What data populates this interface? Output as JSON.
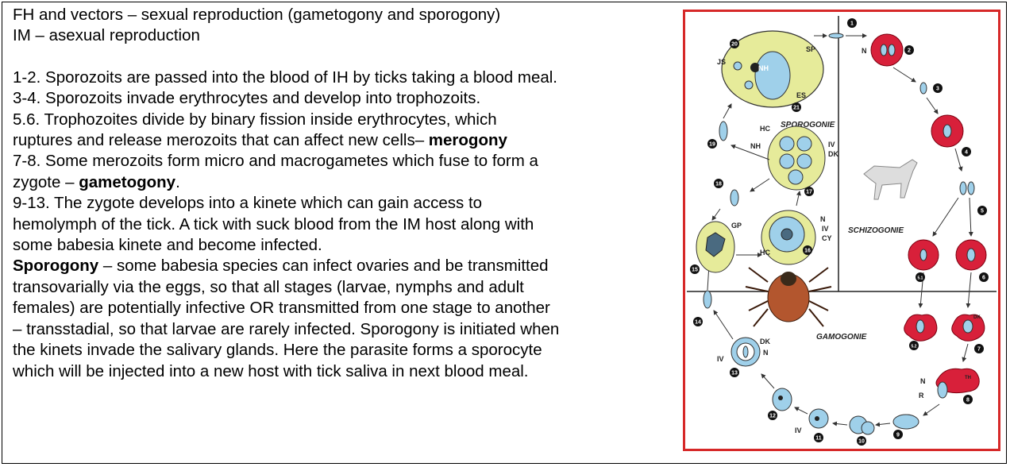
{
  "text": {
    "line1": "FH and vectors – sexual reproduction (gametogony and sporogony)",
    "line2": "IM – asexual reproduction",
    "p1": "1-2. Sporozoits are passed into the blood of IH by ticks taking a blood meal.",
    "p2": "3-4. Sporozoits invade erythrocytes and develop into trophozoits.",
    "p3a": "5.6. Trophozoites divide by binary fission inside erythrocytes, which",
    "p3b_pre": "ruptures and release merozoits that can affect new cells– ",
    "p3b_bold": "merogony",
    "p4a": "7-8. Some merozoits form micro and macrogametes which fuse to form a",
    "p4b_pre": "zygote – ",
    "p4b_bold": "gametogony",
    "p4b_post": ".",
    "p5a": "9-13. The zygote develops into a kinete which can gain access to",
    "p5b": "hemolymph of the tick. A tick with suck blood from the IM host along with",
    "p5c": "some babesia kinete and become infected.",
    "p6a_bold": "Sporogony",
    "p6a_post": " – some babesia species can infect ovaries and be transmitted",
    "p6b": "transovarially via the eggs, so that all stages (larvae, nymphs and adult",
    "p6c": "females) are potentially infective OR transmitted from one stage to another",
    "p6d": "– transstadial, so that larvae are rarely infected. Sporogony is initiated when",
    "p6e": "the kinets invade the salivary glands. Here the parasite forms a sporocyte",
    "p6f": "which will be injected into a new host with tick saliva in next blood meal."
  },
  "figure": {
    "stage_sporogonie": "SPOROGONIE",
    "stage_schizogonie": "SCHIZOGONIE",
    "stage_gamogonie": "GAMOGONIE",
    "labels": {
      "js": "JS",
      "sp": "SP",
      "es": "ES",
      "nh": "NH",
      "hc": "HC",
      "iv": "IV",
      "dk": "DK",
      "n": "N",
      "cy": "CY",
      "gp": "GP",
      "r": "R",
      "th": "TH"
    },
    "numbers": [
      "1",
      "2",
      "3",
      "4",
      "5",
      "5.1",
      "5.2",
      "6",
      "7",
      "8",
      "9",
      "10",
      "11",
      "12",
      "13",
      "14",
      "15",
      "16",
      "17",
      "18",
      "19",
      "20",
      "21"
    ],
    "colors": {
      "frame": "#d62828",
      "erythrocyte": "#d8203a",
      "parasite": "#9fd0ea",
      "cell": "#e6eb9a"
    }
  }
}
